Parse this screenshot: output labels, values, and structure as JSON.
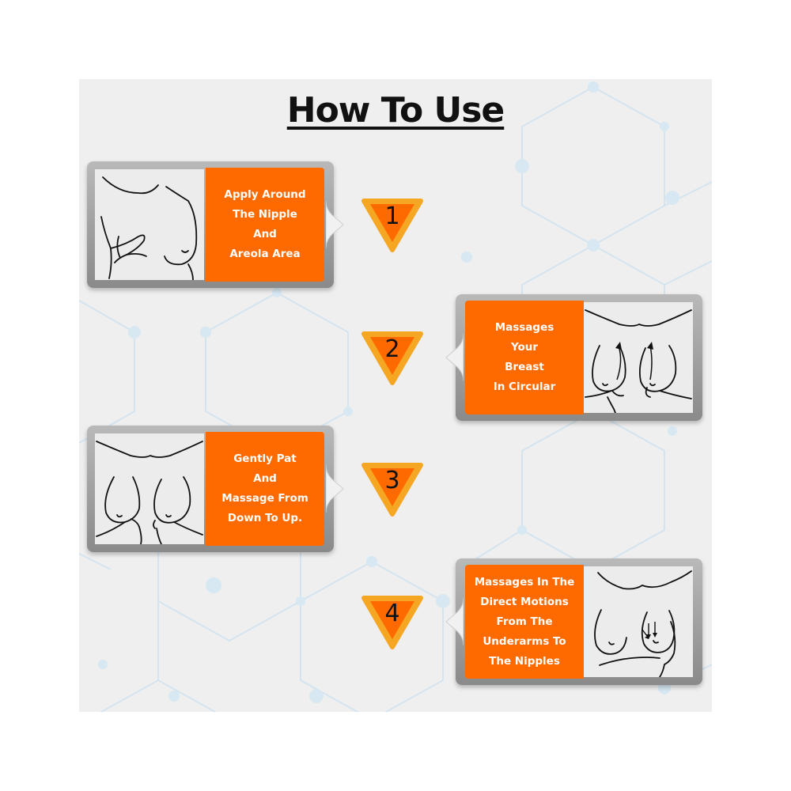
{
  "title": "How To Use",
  "colors": {
    "accent": "#ff6a00",
    "background": "#efefef",
    "frame": "#9a9a9a"
  },
  "steps": [
    {
      "number": "1",
      "text": "Apply Around\nThe Nipple\nAnd\nAreola Area"
    },
    {
      "number": "2",
      "text": "Massages\nYour\nBreast\nIn Circular"
    },
    {
      "number": "3",
      "text": "Gently Pat\nAnd\nMassage From\nDown To Up."
    },
    {
      "number": "4",
      "text": "Massages In The\nDirect Motions\nFrom The\nUnderarms To\nThe Nipples"
    }
  ]
}
